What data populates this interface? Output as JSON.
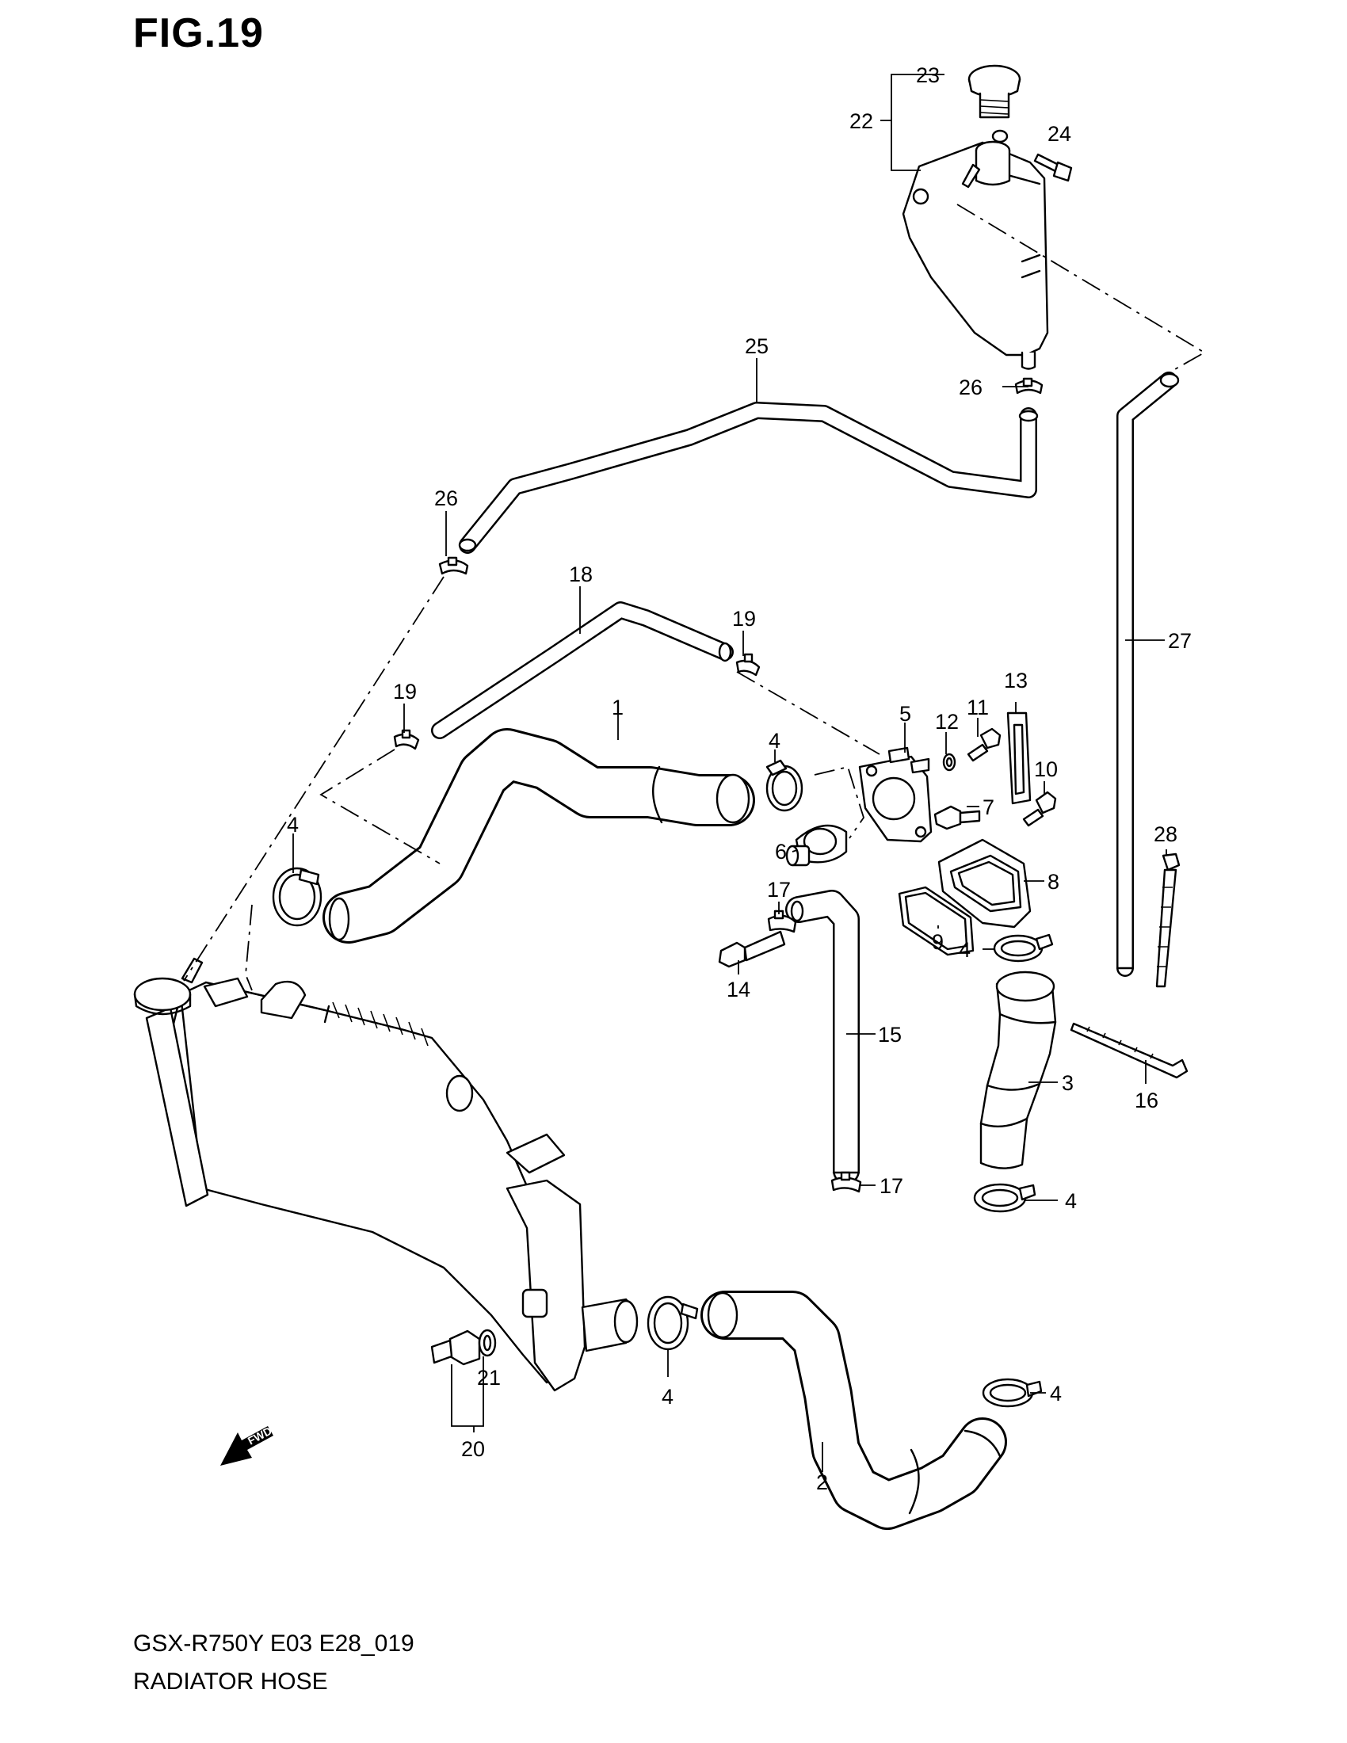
{
  "figure": {
    "title": "FIG.19",
    "model_code": "GSX-R750Y E03 E28_019",
    "section_name": "RADIATOR HOSE",
    "direction_marker": "FWD"
  },
  "callouts": {
    "c1": "1",
    "c2": "2",
    "c3": "3",
    "c4a": "4",
    "c4b": "4",
    "c4c": "4",
    "c4d": "4",
    "c4e": "4",
    "c4f": "4",
    "c5": "5",
    "c6": "6",
    "c7": "7",
    "c8": "8",
    "c9": "9",
    "c10": "10",
    "c11": "11",
    "c12": "12",
    "c13": "13",
    "c14": "14",
    "c15": "15",
    "c16": "16",
    "c17a": "17",
    "c17b": "17",
    "c18": "18",
    "c19a": "19",
    "c19b": "19",
    "c20": "20",
    "c21": "21",
    "c22": "22",
    "c23": "23",
    "c24": "24",
    "c25": "25",
    "c26a": "26",
    "c26b": "26",
    "c27": "27",
    "c28": "28"
  }
}
